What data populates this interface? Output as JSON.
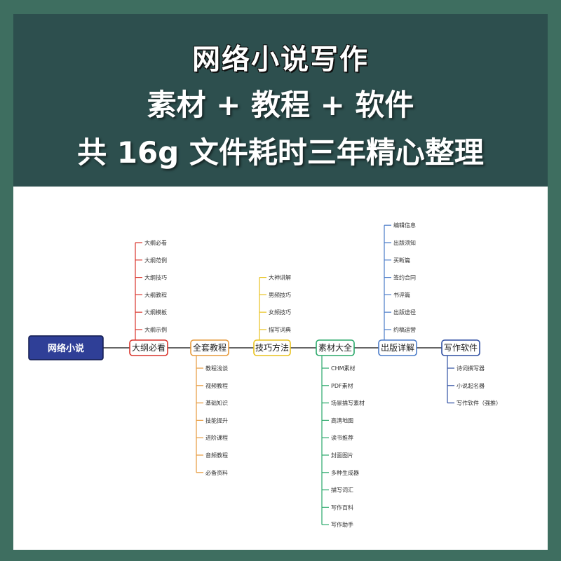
{
  "banner": {
    "title": "网络小说写作",
    "subtitle": "素材 + 教程 + 软件",
    "tagline": "共 16g 文件耗时三年精心整理"
  },
  "mindmap": {
    "root": "网络小说",
    "branches": [
      {
        "label": "大纲必看",
        "color": "#d9342b",
        "direction": "up",
        "items": [
          "大纲必看",
          "大纲范例",
          "大纲技巧",
          "大纲教程",
          "大纲模板",
          "大纲示例"
        ]
      },
      {
        "label": "全套教程",
        "color": "#e69a3c",
        "direction": "down",
        "items": [
          "教程浅谈",
          "视频教程",
          "基础知识",
          "技能提升",
          "进阶课程",
          "音频教程",
          "必备资料"
        ]
      },
      {
        "label": "技巧方法",
        "color": "#e8c21e",
        "direction": "up",
        "items": [
          "大神讲解",
          "男频技巧",
          "女频技巧",
          "描写词典"
        ]
      },
      {
        "label": "素材大全",
        "color": "#2aa86a",
        "direction": "down",
        "items": [
          "CHM素材",
          "PDF素材",
          "场景描写素材",
          "高清地图",
          "读书推荐",
          "封面图片",
          "多种生成器",
          "描写词汇",
          "写作百科",
          "写作助手"
        ]
      },
      {
        "label": "出版详解",
        "color": "#4a7bc8",
        "direction": "up",
        "items": [
          "编辑信息",
          "出版须知",
          "买断篇",
          "签约合同",
          "书评篇",
          "出版途径",
          "约稿运营"
        ]
      },
      {
        "label": "写作软件",
        "color": "#2f4fa2",
        "direction": "down",
        "items": [
          "诗词撰写器",
          "小说起名器",
          "写作软件（强推）"
        ]
      }
    ]
  }
}
